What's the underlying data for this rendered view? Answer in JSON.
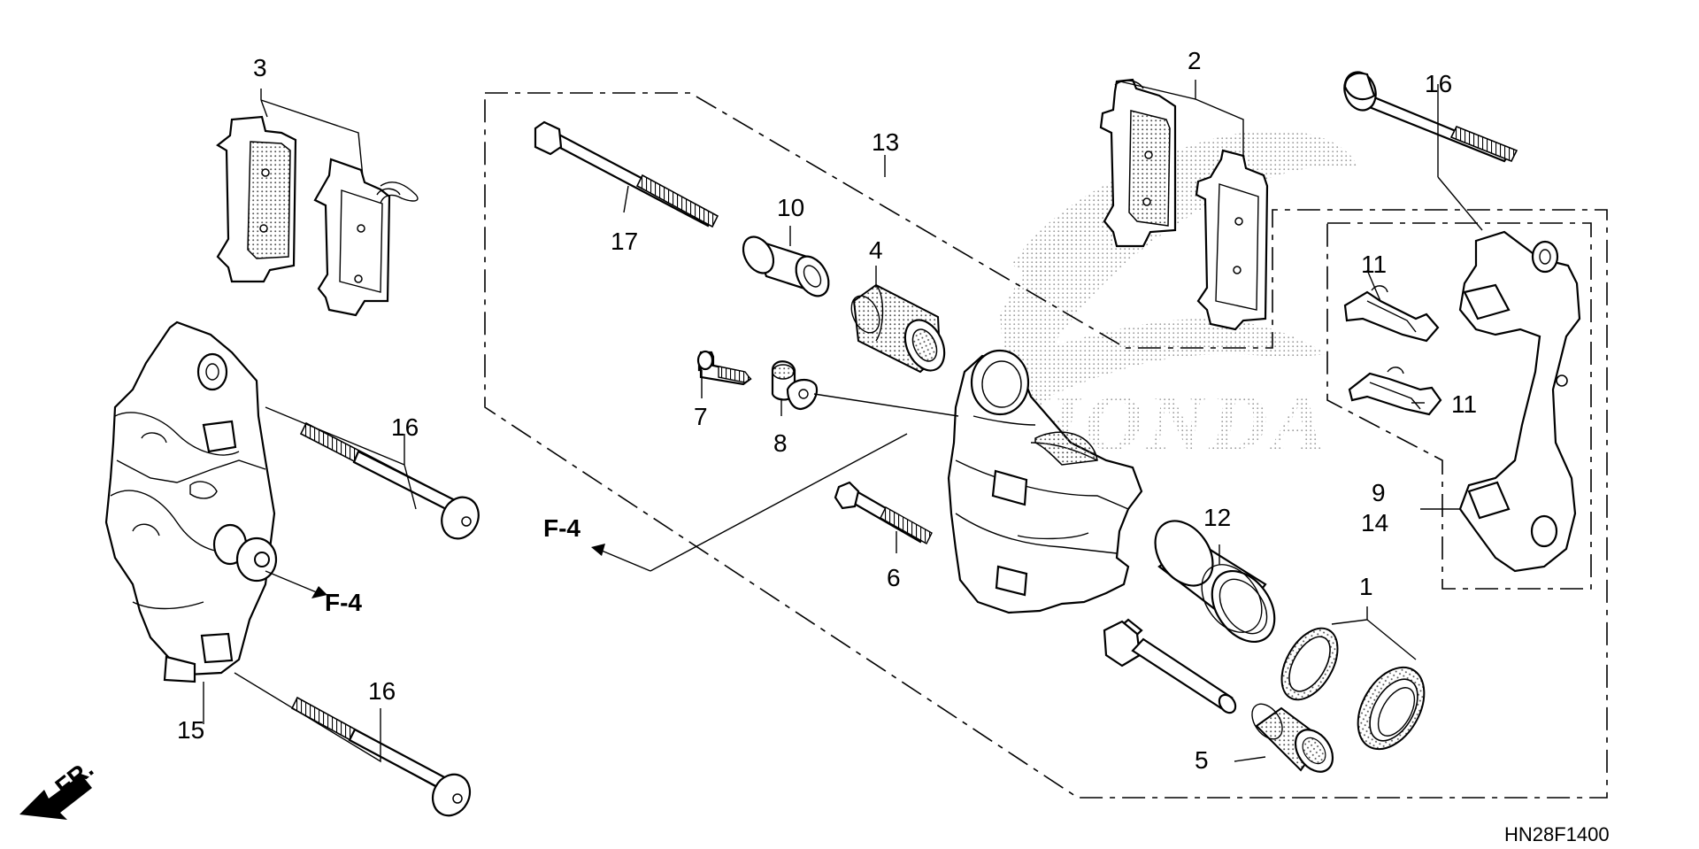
{
  "diagram": {
    "code": "HN28F1400",
    "front_label": "FR.",
    "ref_label": "F-4",
    "logo_text": "HONDA",
    "callouts": {
      "c1": "1",
      "c2": "2",
      "c3": "3",
      "c4": "4",
      "c5": "5",
      "c6": "6",
      "c7": "7",
      "c8": "8",
      "c9": "9",
      "c10": "10",
      "c11a": "11",
      "c11b": "11",
      "c12": "12",
      "c13": "13",
      "c14": "14",
      "c15": "15",
      "c16a": "16",
      "c16b": "16",
      "c16c": "16",
      "c17": "17"
    }
  }
}
